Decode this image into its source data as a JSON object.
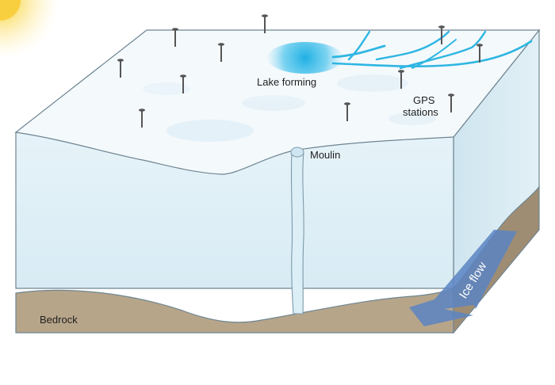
{
  "labels": {
    "lake": "Lake forming",
    "gps_line1": "GPS",
    "gps_line2": "stations",
    "moulin": "Moulin",
    "bedrock": "Bedrock",
    "ice_flow": "Ice flow"
  },
  "colors": {
    "sun": "#f8d24a",
    "ice_top": "#f3f9fc",
    "ice_front": "#e3f1f8",
    "ice_side": "#d2e7f1",
    "ice_edge": "#6e8591",
    "bedrock": "#b7a58a",
    "bedrock_dark": "#8e7d66",
    "meltwater": "#2eb6e2",
    "flow_arrow": "#5b84c2",
    "stake": "#555555"
  },
  "icons": [
    "sun-icon",
    "gps-stake-icon"
  ]
}
